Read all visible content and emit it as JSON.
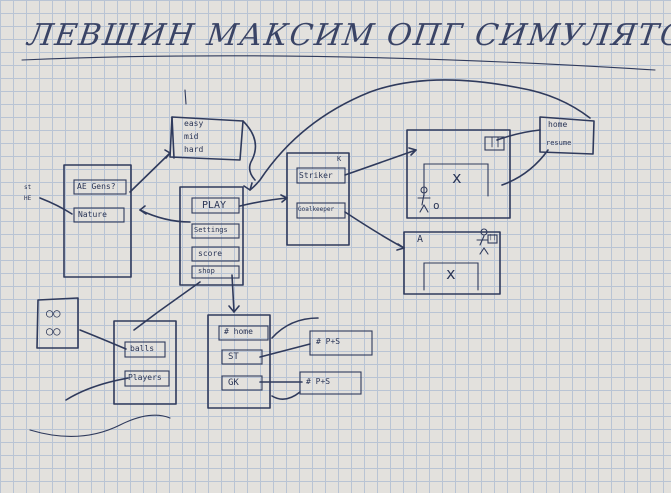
{
  "title": "ЛЕВШИН МАКСИМ ОПГ СИМУЛЯТОР ПЕНАЛЬТИ",
  "screens": {
    "difficulty": {
      "items": [
        "easy",
        "mid",
        "hard"
      ]
    },
    "side_menu": {
      "items": [
        "AE Gens?",
        "Nature"
      ]
    },
    "main_menu": {
      "items": [
        "PLAY",
        "Settings",
        "score",
        "shop"
      ]
    },
    "mode_menu": {
      "badge": "K",
      "items": [
        "Striker",
        "Goalkeeper"
      ]
    },
    "striker_field": {
      "pause": "||",
      "player": "x",
      "ball": "o"
    },
    "keeper_field": {
      "pause": "||",
      "corner": "A",
      "player": "x"
    },
    "pause_menu": {
      "items": [
        "home",
        "resume"
      ]
    },
    "shop_screen": {
      "items": [
        "balls",
        "Players"
      ]
    },
    "score_screen": {
      "items": [
        "# home",
        "ST",
        "GK"
      ]
    },
    "score_notes": {
      "items": [
        "# P+S",
        "# P+S"
      ]
    },
    "balls_sketch": {
      "rows": [
        "○○",
        "○○"
      ]
    },
    "far_left_note": {
      "lines": [
        "st",
        "HE"
      ]
    }
  }
}
